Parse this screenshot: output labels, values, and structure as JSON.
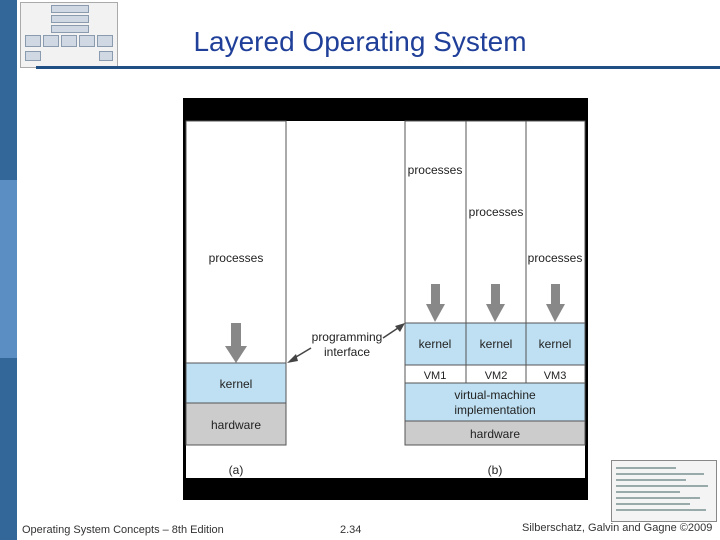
{
  "slide": {
    "title": "Layered Operating System",
    "footer_left": "Operating System Concepts – 8th Edition",
    "footer_page": "2.34",
    "footer_right": "Silberschatz, Galvin and Gagne ©2009"
  },
  "diagram": {
    "a": {
      "processes": "processes",
      "kernel": "kernel",
      "hardware": "hardware",
      "caption": "(a)"
    },
    "programming_interface": [
      "programming",
      "interface"
    ],
    "b": {
      "processes": [
        "processes",
        "processes",
        "processes"
      ],
      "kernels": [
        "kernel",
        "kernel",
        "kernel"
      ],
      "vms": [
        "VM1",
        "VM2",
        "VM3"
      ],
      "vm_impl": [
        "virtual-machine",
        "implementation"
      ],
      "hardware": "hardware",
      "caption": "(b)"
    }
  },
  "colors": {
    "title": "#1f3f99",
    "sidebar": "#336699",
    "kernel_fill": "#bfe0f2",
    "hardware_fill": "#cccccc",
    "arrow": "#888888"
  }
}
